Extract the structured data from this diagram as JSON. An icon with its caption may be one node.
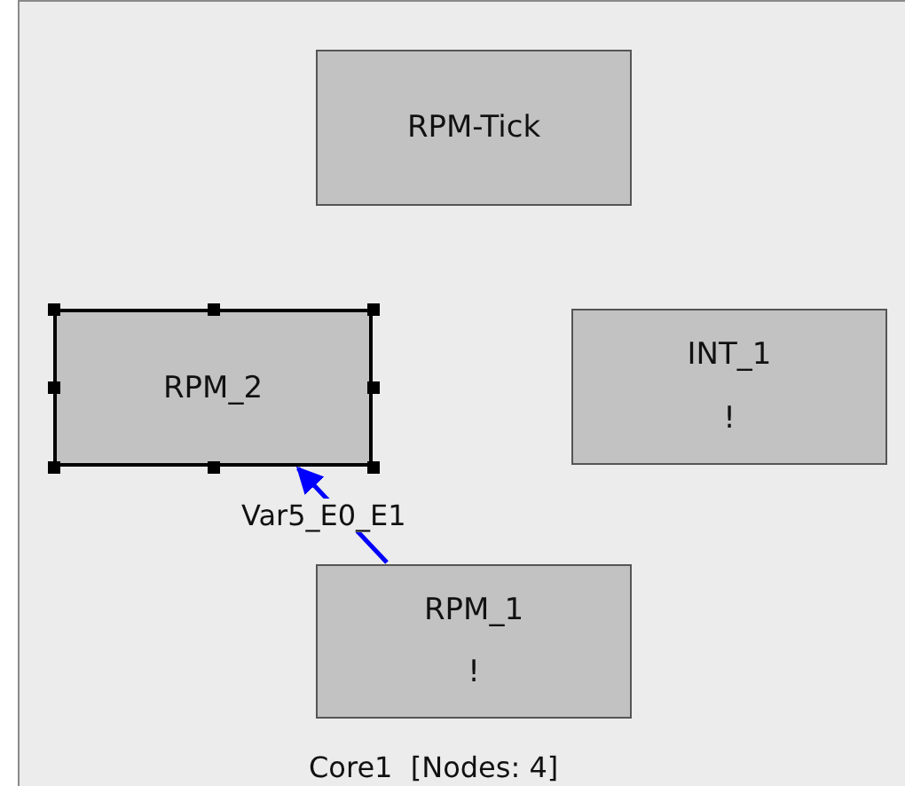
{
  "diagram": {
    "nodes": [
      {
        "text": [
          "RPM-Tick"
        ]
      },
      {
        "text": [
          "RPM_2"
        ]
      },
      {
        "text": [
          "INT_1",
          "!"
        ]
      },
      {
        "text": [
          "RPM_1",
          "!"
        ]
      }
    ],
    "edges": [
      {
        "from": 3,
        "to": 1,
        "arrow": "to",
        "label": "Var5_E0_E1",
        "color": "#0000ff"
      }
    ],
    "labels": [
      "Core1  [Nodes: 4]"
    ]
  }
}
